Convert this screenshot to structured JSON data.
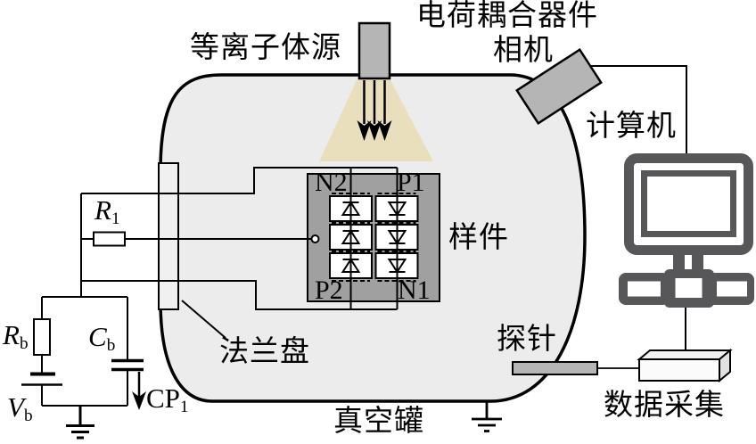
{
  "labels": {
    "plasma_source": "等离子体源",
    "ccd_camera_line1": "电荷耦合器件",
    "ccd_camera_line2": "相机",
    "computer": "计算机",
    "sample": "样件",
    "probe": "探针",
    "data_acquisition": "数据采集",
    "vacuum_tank": "真空罐",
    "flange": "法兰盘"
  },
  "terminals": {
    "n2": "N2",
    "p1": "P1",
    "p2": "P2",
    "n1": "N1"
  },
  "components": {
    "r1": {
      "main": "R",
      "sub": "1"
    },
    "rb": {
      "main": "R",
      "sub": "b"
    },
    "cb": {
      "main": "C",
      "sub": "b"
    },
    "vb": {
      "main": "V",
      "sub": "b"
    },
    "cp1": {
      "main": "CP",
      "sub": "1"
    }
  },
  "colors": {
    "chamber-fill": "#ececec",
    "flange-fill": "#f0f0f0",
    "metal-gray": "#b5b5b5",
    "plate-gray": "#a0a0a0",
    "cell-white": "#ffffff",
    "beam-tan": "#eadfbd",
    "icon-dark": "#57575a",
    "daq-front": "#fbfbfb",
    "daq-top": "#f1f1f1",
    "daq-side": "#e2e2e2",
    "ink": "#000000"
  }
}
